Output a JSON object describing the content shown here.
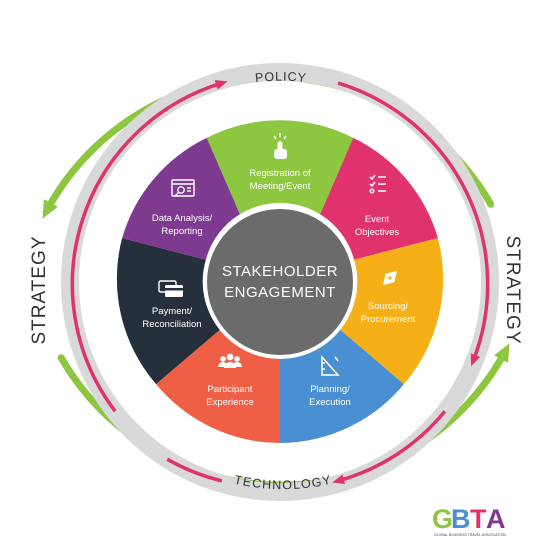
{
  "center": {
    "line1": "STAKEHOLDER",
    "line2": "ENGAGEMENT",
    "color": "#6b6b6b"
  },
  "ring_labels": {
    "top": "POLICY",
    "bottom": "TECHNOLOGY"
  },
  "strategy": {
    "left": "STRATEGY",
    "right": "STRATEGY"
  },
  "colors": {
    "outer_arrows": "#8dc63f",
    "inner_arrows": "#e0336e",
    "inner_ring": "#d9d9d9"
  },
  "segments": [
    {
      "id": "registration",
      "lines": [
        "Registration of",
        "Meeting/Event"
      ],
      "color": "#8dc63f",
      "icon": "hand-pointer-icon"
    },
    {
      "id": "objectives",
      "lines": [
        "Event",
        "Objectives"
      ],
      "color": "#e0336e",
      "icon": "checklist-icon"
    },
    {
      "id": "sourcing",
      "lines": [
        "Sourcing/",
        "Procurement"
      ],
      "color": "#f6b017",
      "icon": "pen-nib-icon"
    },
    {
      "id": "planning",
      "lines": [
        "Planning/",
        "Execution"
      ],
      "color": "#4a8fd2",
      "icon": "drafting-tools-icon"
    },
    {
      "id": "participant",
      "lines": [
        "Participant",
        "Experience"
      ],
      "color": "#ef5f45",
      "icon": "people-group-icon"
    },
    {
      "id": "payment",
      "lines": [
        "Payment/",
        "Reconciliation"
      ],
      "color": "#26303c",
      "icon": "credit-cards-icon"
    },
    {
      "id": "data",
      "lines": [
        "Data Analysis/",
        "Reporting"
      ],
      "color": "#7e3a8e",
      "icon": "browser-search-icon"
    }
  ],
  "logo": {
    "letters": [
      {
        "char": "G",
        "color": "#8dc63f"
      },
      {
        "char": "B",
        "color": "#4a8fd2"
      },
      {
        "char": "T",
        "color": "#e0336e"
      },
      {
        "char": "A",
        "color": "#7e3a8e"
      }
    ],
    "tagline": "GLOBAL BUSINESS TRAVEL ASSOCIATION"
  }
}
